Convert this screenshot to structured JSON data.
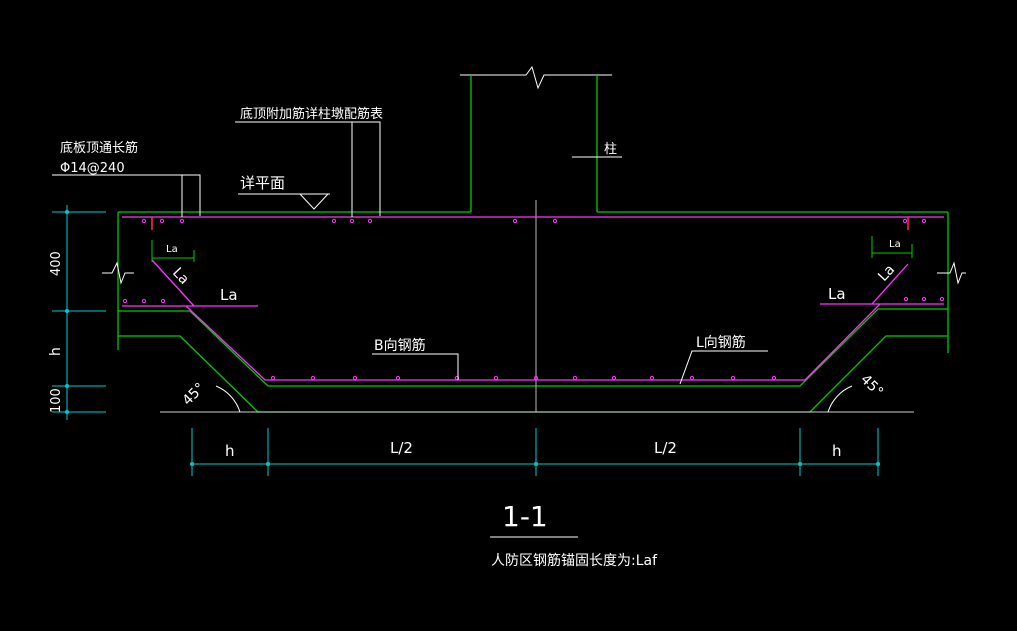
{
  "labels": {
    "bottom_top_long_bar": "底板顶通长筋",
    "bar_spec": "Φ14@240",
    "top_additional_bar": "底顶附加筋详柱墩配筋表",
    "see_plan": "详平面",
    "column": "柱",
    "la": "La",
    "b_dir_bar": "B向钢筋",
    "l_dir_bar": "L向钢筋",
    "angle": "45°",
    "half_l": "L/2",
    "h": "h",
    "dim_400": "400",
    "dim_h": "h",
    "dim_100": "100",
    "section_title": "1-1",
    "note": "人防区钢筋锚固长度为:Laf"
  },
  "colors": {
    "background": "#000000",
    "concrete": "#00cc00",
    "rebar": "#ff33ff",
    "dimension": "#00cccc",
    "text": "#ffffff",
    "marker": "#ff3333"
  }
}
